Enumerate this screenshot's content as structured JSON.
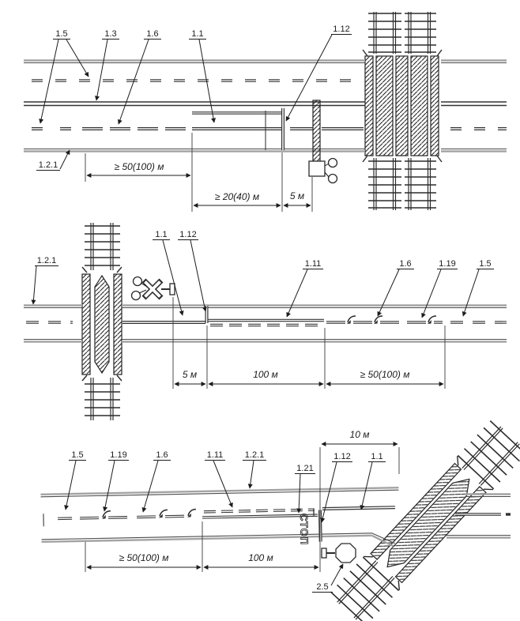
{
  "colors": {
    "accent": "#8b2222"
  },
  "sections": {
    "top": {
      "callouts": {
        "c15": "1.5",
        "c13": "1.3",
        "c16": "1.6",
        "c11": "1.1",
        "c112": "1.12",
        "c121": "1.2.1"
      },
      "dims": {
        "d50": "≥ 50(100) м",
        "d20": "≥ 20(40) м",
        "d5": "5 м"
      }
    },
    "middle": {
      "callouts": {
        "c121": "1.2.1",
        "c11": "1.1",
        "c112": "1.12",
        "c111": "1.11",
        "c16": "1.6",
        "c119": "1.19",
        "c15": "1.5"
      },
      "dims": {
        "d5": "5 м",
        "d100": "100 м",
        "d50": "≥ 50(100) м"
      }
    },
    "bottom": {
      "callouts": {
        "c15": "1.5",
        "c119": "1.19",
        "c16": "1.6",
        "c111": "1.11",
        "c121": "1.2.1",
        "c21": "1.21",
        "c112": "1.12",
        "c11": "1.1",
        "c25": "2.5"
      },
      "dims": {
        "d10": "10 м",
        "d50": "≥ 50(100) м",
        "d100": "100 м"
      },
      "stop_word": "СТОП"
    }
  }
}
